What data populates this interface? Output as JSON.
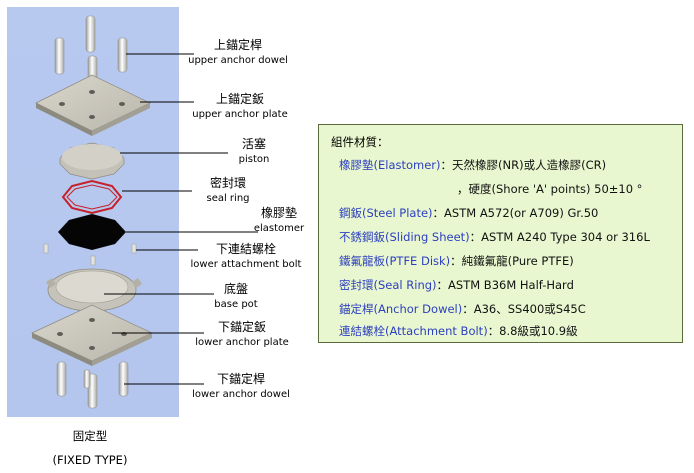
{
  "parts": [
    {
      "zh": "上錨定桿",
      "en": "upper anchor dowel"
    },
    {
      "zh": "上錨定鈑",
      "en": "upper anchor plate"
    },
    {
      "zh": "活塞",
      "en": "piston"
    },
    {
      "zh": "密封環",
      "en": "seal ring"
    },
    {
      "zh": "橡膠墊",
      "en": "elastomer"
    },
    {
      "zh": "下連結螺栓",
      "en": "lower attachment bolt"
    },
    {
      "zh": "底盤",
      "en": "base pot"
    },
    {
      "zh": "下錨定鈑",
      "en": "lower anchor  plate"
    },
    {
      "zh": "下錨定桿",
      "en": "lower anchor dowel"
    }
  ],
  "caption": {
    "zh": "固定型",
    "en": "(FIXED TYPE)"
  },
  "materials": {
    "heading": "組件材質：",
    "rows": [
      {
        "key": "橡膠墊(Elastomer)",
        "value": "：天然橡膠(NR)或人造橡膠(CR)"
      },
      {
        "key": "",
        "value": "，硬度(Shore 'A' points) 50±10 °"
      },
      {
        "key": "鋼鈑(Steel Plate)",
        "value": "：ASTM A572(or A709) Gr.50"
      },
      {
        "key": "不銹鋼鈑(Sliding Sheet)",
        "value": "：ASTM A240 Type 304 or 316L"
      },
      {
        "key": "鐵氟龍板(PTFE Disk)",
        "value": "：純鐵氟龍(Pure PTFE)"
      },
      {
        "key": "密封環(Seal Ring)",
        "value": "：ASTM B36M Half-Hard"
      },
      {
        "key": "錨定桿(Anchor Dowel)",
        "value": "：A36、SS400或S45C"
      },
      {
        "key": "連結螺栓(Attachment Bolt)",
        "value": "：8.8級或10.9級"
      }
    ]
  },
  "colors": {
    "panel": "#b6c8ef",
    "box_bg": "#e9f7d0",
    "key_text": "#2c3fbf",
    "seal_ring": "#c8202a"
  }
}
